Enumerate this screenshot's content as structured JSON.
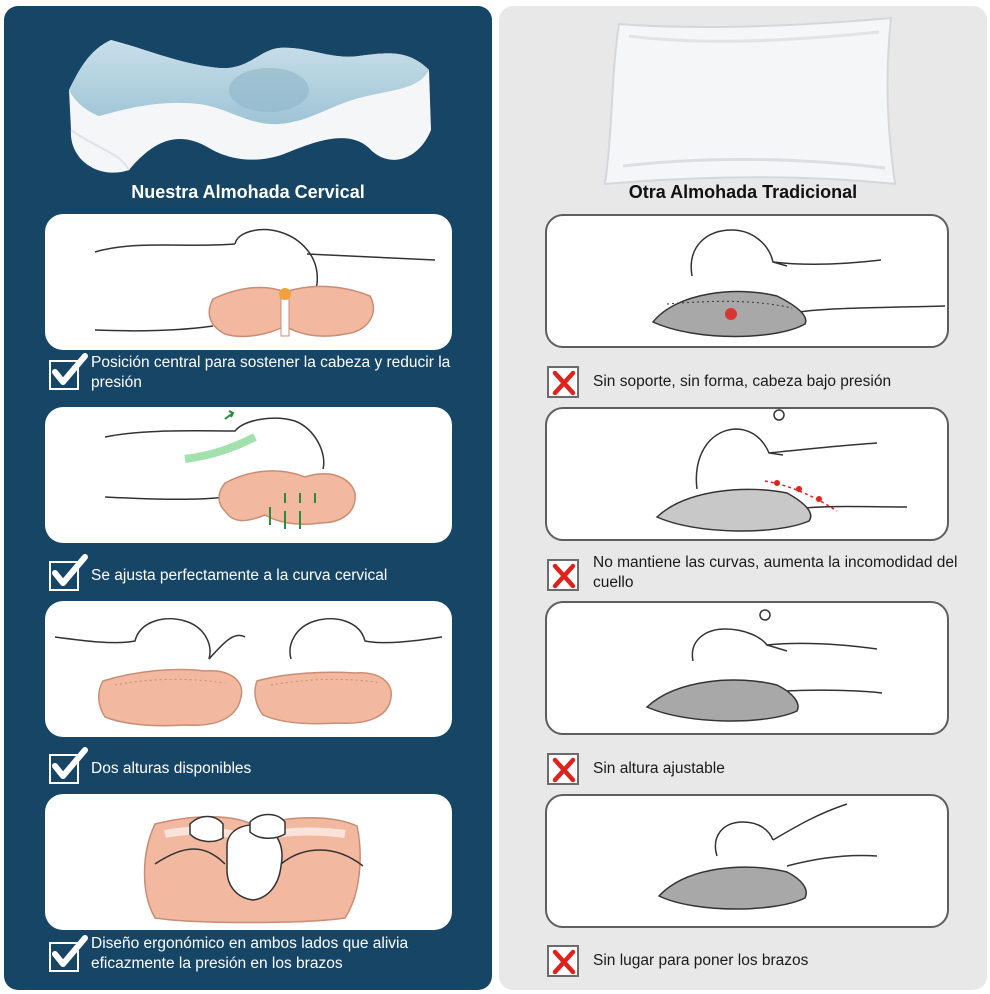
{
  "left": {
    "title": "Nuestra Almohada Cervical",
    "image_icon": "cervical-pillow-image",
    "features": [
      {
        "text": "Posición central para sostener la cabeza y reducir la presión",
        "icon": "check-icon"
      },
      {
        "text": "Se ajusta perfectamente a la curva cervical",
        "icon": "check-icon"
      },
      {
        "text": "Dos alturas disponibles",
        "icon": "check-icon"
      },
      {
        "text": "Diseño ergonómico en ambos lados que alivia eficazmente la presión en los brazos",
        "icon": "check-icon"
      }
    ]
  },
  "right": {
    "title": "Otra Almohada Tradicional",
    "image_icon": "traditional-pillow-image",
    "features": [
      {
        "text": "Sin soporte, sin forma, cabeza bajo presión",
        "icon": "x-icon"
      },
      {
        "text": "No mantiene las curvas, aumenta la incomodidad del cuello",
        "icon": "x-icon"
      },
      {
        "text": "Sin altura ajustable",
        "icon": "x-icon"
      },
      {
        "text": "Sin lugar para poner los brazos",
        "icon": "x-icon"
      }
    ]
  },
  "colors": {
    "left_panel_bg": "#164566",
    "right_panel_bg": "#e8e8e8",
    "pillow_pink": "#f3b9a0",
    "pillow_gray": "#a8a8a8",
    "x_red": "#e0221d"
  }
}
